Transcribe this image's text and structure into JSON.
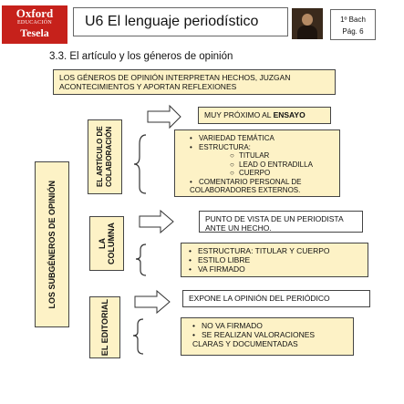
{
  "logo": {
    "line1": "Oxford",
    "line2": "EDUCACIÓN",
    "line3": "Tesela"
  },
  "header": {
    "title": "U6  El lenguaje periodístico",
    "course": "1º Bach",
    "page": "Pág. 6"
  },
  "section_title": "3.3. El artículo y los géneros de opinión",
  "intro": "LOS GÉNEROS DE OPINIÓN INTERPRETAN HECHOS, JUZGAN ACONTECIMIENTOS Y APORTAN REFLEXIONES",
  "main_label": "LOS SUBGÉNEROS DE OPINIÓN",
  "articulo": {
    "label": "EL ARTÍCULO DE COLABORACIÓN",
    "arrow_text_prefix": "MUY PRÓXIMO AL ",
    "arrow_text_bold": "ENSAYO",
    "bullets": [
      "VARIEDAD TEMÁTICA",
      "ESTRUCTURA:"
    ],
    "subitems": [
      "TITULAR",
      "LEAD O ENTRADILLA",
      "CUERPO"
    ],
    "last_bullet": "COMENTARIO PERSONAL DE COLABORADORES EXTERNOS."
  },
  "columna": {
    "label": "LA COLUMNA",
    "arrow_text": "PUNTO DE VISTA DE UN PERIODISTA ANTE UN HECHO.",
    "bullets": [
      "ESTRUCTURA: TITULAR Y CUERPO",
      "ESTILO LIBRE",
      "VA FIRMADO"
    ]
  },
  "editorial": {
    "label": "EL EDITORIAL",
    "arrow_text": "EXPONE LA OPINIÓN DEL PERIÓDICO",
    "bullets": [
      "NO VA FIRMADO",
      "SE REALIZAN VALORACIONES CLARAS Y DOCUMENTADAS"
    ]
  }
}
